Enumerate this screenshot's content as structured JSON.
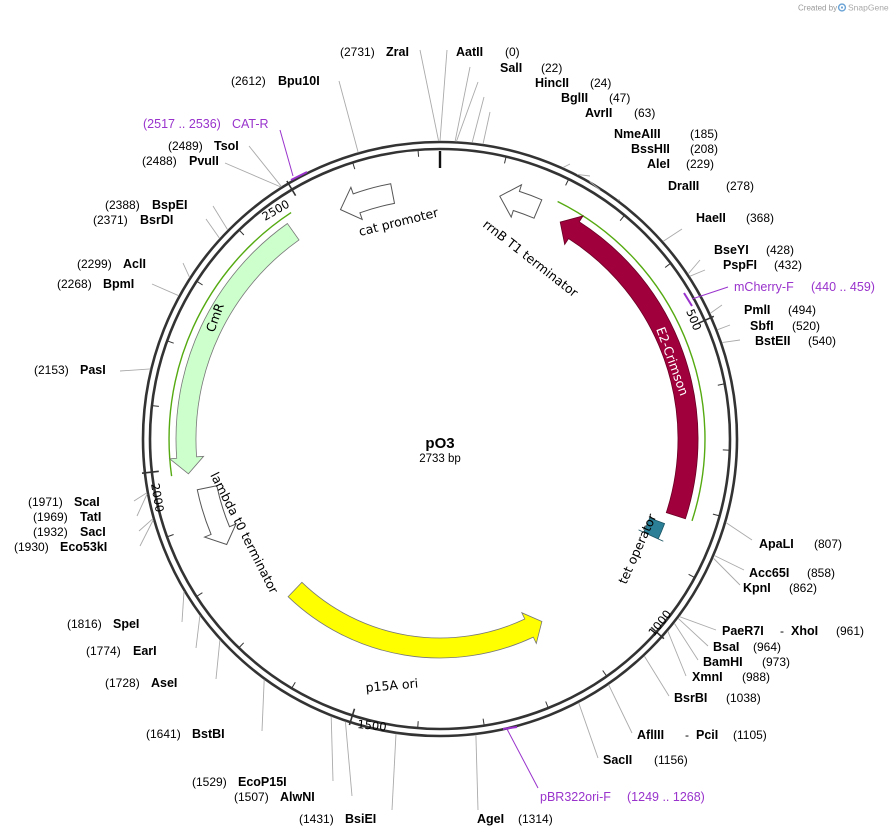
{
  "plasmid": {
    "name": "pO3",
    "length_label": "2733 bp",
    "length": 2733
  },
  "credit": {
    "text": "Created by",
    "brand": "SnapGene",
    "icon": "snapgene-logo-icon"
  },
  "tick_labels": [
    "500",
    "1000",
    "1500",
    "2000",
    "2500"
  ],
  "enzymes": [
    {
      "name": "ZraI",
      "pos": "(2731)"
    },
    {
      "name": "AatII",
      "pos": "(0)"
    },
    {
      "name": "SalI",
      "pos": "(22)"
    },
    {
      "name": "HincII",
      "pos": "(24)"
    },
    {
      "name": "BglII",
      "pos": "(47)"
    },
    {
      "name": "AvrII",
      "pos": "(63)"
    },
    {
      "name": "NmeAIII",
      "pos": "(185)"
    },
    {
      "name": "BssHII",
      "pos": "(208)"
    },
    {
      "name": "AleI",
      "pos": "(229)"
    },
    {
      "name": "DraIII",
      "pos": "(278)"
    },
    {
      "name": "HaeII",
      "pos": "(368)"
    },
    {
      "name": "BseYI",
      "pos": "(428)"
    },
    {
      "name": "PspFI",
      "pos": "(432)"
    },
    {
      "name": "PmlI",
      "pos": "(494)"
    },
    {
      "name": "SbfI",
      "pos": "(520)"
    },
    {
      "name": "BstEII",
      "pos": "(540)"
    },
    {
      "name": "ApaLI",
      "pos": "(807)"
    },
    {
      "name": "Acc65I",
      "pos": "(858)"
    },
    {
      "name": "KpnI",
      "pos": "(862)"
    },
    {
      "name": "PaeR7I",
      "pos": "",
      "joiner": "- ",
      "name2": "XhoI",
      "pos2": "(961)"
    },
    {
      "name": "BsaI",
      "pos": "(964)"
    },
    {
      "name": "BamHI",
      "pos": "(973)"
    },
    {
      "name": "XmnI",
      "pos": "(988)"
    },
    {
      "name": "BsrBI",
      "pos": "(1038)"
    },
    {
      "name": "AflIII",
      "pos": "",
      "joiner": "- ",
      "name2": "PciI",
      "pos2": "(1105)"
    },
    {
      "name": "SacII",
      "pos": "(1156)"
    },
    {
      "name": "AgeI",
      "pos": "(1314)"
    },
    {
      "name": "BsiEI",
      "pos": "(1431)"
    },
    {
      "name": "AlwNI",
      "pos": "(1507)"
    },
    {
      "name": "EcoP15I",
      "pos": "(1529)"
    },
    {
      "name": "BstBI",
      "pos": "(1641)"
    },
    {
      "name": "AseI",
      "pos": "(1728)"
    },
    {
      "name": "EarI",
      "pos": "(1774)"
    },
    {
      "name": "SpeI",
      "pos": "(1816)"
    },
    {
      "name": "Eco53kI",
      "pos": "(1930)"
    },
    {
      "name": "SacI",
      "pos": "(1932)"
    },
    {
      "name": "TatI",
      "pos": "(1969)"
    },
    {
      "name": "ScaI",
      "pos": "(1971)"
    },
    {
      "name": "PasI",
      "pos": "(2153)"
    },
    {
      "name": "BpmI",
      "pos": "(2268)"
    },
    {
      "name": "AclI",
      "pos": "(2299)"
    },
    {
      "name": "BsrDI",
      "pos": "(2371)"
    },
    {
      "name": "BspEI",
      "pos": "(2388)"
    },
    {
      "name": "PvuII",
      "pos": "(2488)"
    },
    {
      "name": "TsoI",
      "pos": "(2489)"
    },
    {
      "name": "Bpu10I",
      "pos": "(2612)"
    }
  ],
  "primers": [
    {
      "name": "CAT-R",
      "range": "(2517 .. 2536)"
    },
    {
      "name": "mCherry-F",
      "range": "(440 .. 459)"
    },
    {
      "name": "pBR322ori-F",
      "range": "(1249 .. 1268)"
    }
  ],
  "features": [
    {
      "name": "cat promoter",
      "color": "#ffffff"
    },
    {
      "name": "rrnB T1 terminator",
      "color": "#ffffff"
    },
    {
      "name": "E2-Crimson",
      "color": "#a0003c"
    },
    {
      "name": "tet operator",
      "color": "#2b7f96"
    },
    {
      "name": "p15A ori",
      "color": "#ffff00"
    },
    {
      "name": "lambda t0 terminator",
      "color": "#ffffff"
    },
    {
      "name": "CmR",
      "color": "#ccffcc"
    }
  ],
  "colors": {
    "primer": "#9933cc",
    "orf_outline": "#55aa11",
    "backbone": "#333333"
  }
}
